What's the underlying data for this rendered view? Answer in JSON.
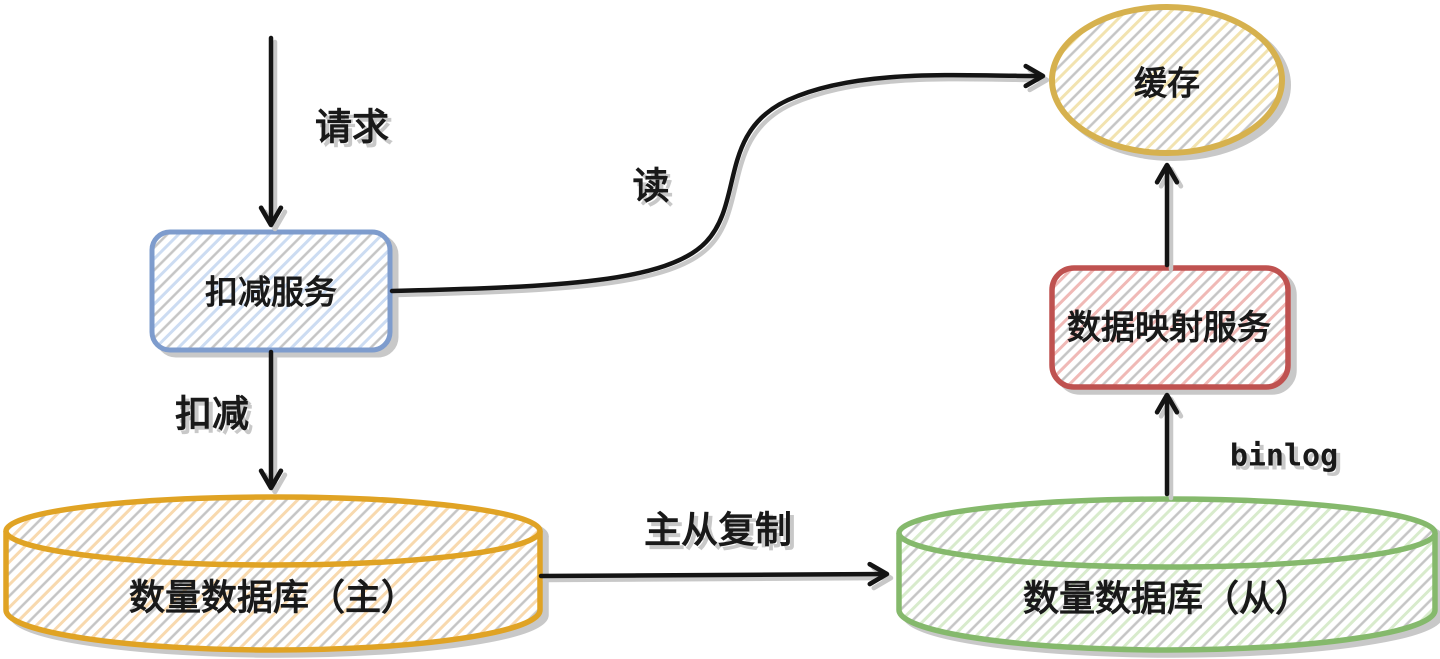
{
  "diagram": {
    "background": "#ffffff",
    "edge_color": "#141414",
    "shadow_color": "#c8c8c8",
    "gray_hatch": "#c5c5c5",
    "nodes": {
      "deduct_service": {
        "label": "扣减服务",
        "shape": "rectangle",
        "stroke": "#7e9ccd",
        "hatch": "#ccdcf2"
      },
      "cache": {
        "label": "缓存",
        "shape": "ellipse",
        "stroke": "#d6b14e",
        "hatch": "#f2e3b0"
      },
      "mapping_service": {
        "label": "数据映射服务",
        "shape": "rectangle",
        "stroke": "#bf5250",
        "hatch": "#f0b9b6"
      },
      "master_db": {
        "label": "数量数据库（主）",
        "shape": "cylinder",
        "stroke": "#e0a324",
        "hatch": "#f8d9ae"
      },
      "slave_db": {
        "label": "数量数据库（从）",
        "shape": "cylinder",
        "stroke": "#85b96c",
        "hatch": "#d8ebcc"
      }
    },
    "edges": {
      "request": {
        "label": "请求",
        "from": "external",
        "to": "deduct_service"
      },
      "read": {
        "label": "读",
        "from": "deduct_service",
        "to": "cache"
      },
      "deduct": {
        "label": "扣减",
        "from": "deduct_service",
        "to": "master_db"
      },
      "replication": {
        "label": "主从复制",
        "from": "master_db",
        "to": "slave_db"
      },
      "binlog": {
        "label": "binlog",
        "from": "slave_db",
        "to": "mapping_service"
      },
      "cache_update": {
        "from": "mapping_service",
        "to": "cache"
      }
    }
  }
}
